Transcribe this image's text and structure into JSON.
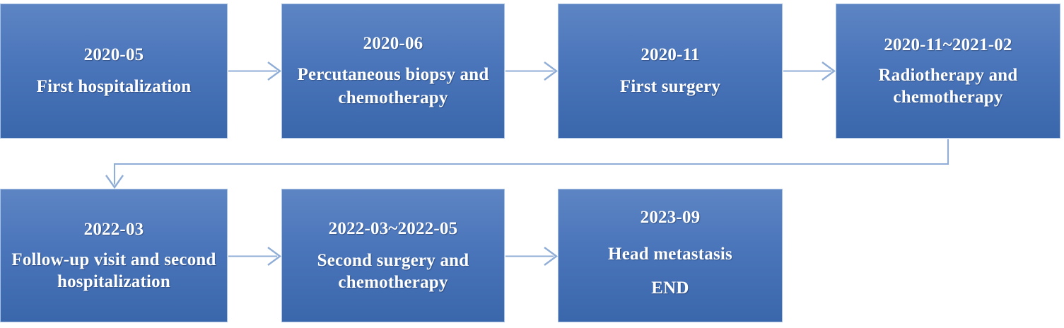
{
  "diagram": {
    "title": "Clinical treatment timeline flowchart",
    "type": "flowchart",
    "orientation": "left-to-right, two rows with wrap connector",
    "colors": {
      "node_gradient_top": "#5d85c4",
      "node_gradient_bottom": "#3a66ab",
      "node_border": "#a9c1e2",
      "node_text": "#ffffff",
      "connector": "#8fadd6",
      "background": "#ffffff"
    },
    "nodes": [
      {
        "id": "node-1",
        "date": "2020-05",
        "description": "First hospitalization",
        "row": 1,
        "order": 1
      },
      {
        "id": "node-2",
        "date": "2020-06",
        "description": "Percutaneous biopsy and chemotherapy",
        "row": 1,
        "order": 2
      },
      {
        "id": "node-3",
        "date": "2020-11",
        "description": "First surgery",
        "row": 1,
        "order": 3
      },
      {
        "id": "node-4",
        "date": "2020-11~2021-02",
        "description": "Radiotherapy and chemotherapy",
        "row": 1,
        "order": 4
      },
      {
        "id": "node-5",
        "date": "2022-03",
        "description": "Follow-up visit and second hospitalization",
        "row": 2,
        "order": 5
      },
      {
        "id": "node-6",
        "date": "2022-03~2022-05",
        "description": "Second surgery and chemotherapy",
        "row": 2,
        "order": 6
      },
      {
        "id": "node-7",
        "date": "2023-09",
        "description": "Head  metastasis",
        "description2": "END",
        "row": 2,
        "order": 7
      }
    ],
    "connectors": [
      {
        "id": "edge-1-2",
        "from": "node-1",
        "to": "node-2",
        "style": "straight-right-arrow"
      },
      {
        "id": "edge-2-3",
        "from": "node-2",
        "to": "node-3",
        "style": "straight-right-arrow"
      },
      {
        "id": "edge-3-4",
        "from": "node-3",
        "to": "node-4",
        "style": "straight-right-arrow"
      },
      {
        "id": "edge-4-5",
        "from": "node-4",
        "to": "node-5",
        "style": "elbow-wrap-down-arrow"
      },
      {
        "id": "edge-5-6",
        "from": "node-5",
        "to": "node-6",
        "style": "straight-right-arrow"
      },
      {
        "id": "edge-6-7",
        "from": "node-6",
        "to": "node-7",
        "style": "straight-right-arrow"
      }
    ]
  }
}
